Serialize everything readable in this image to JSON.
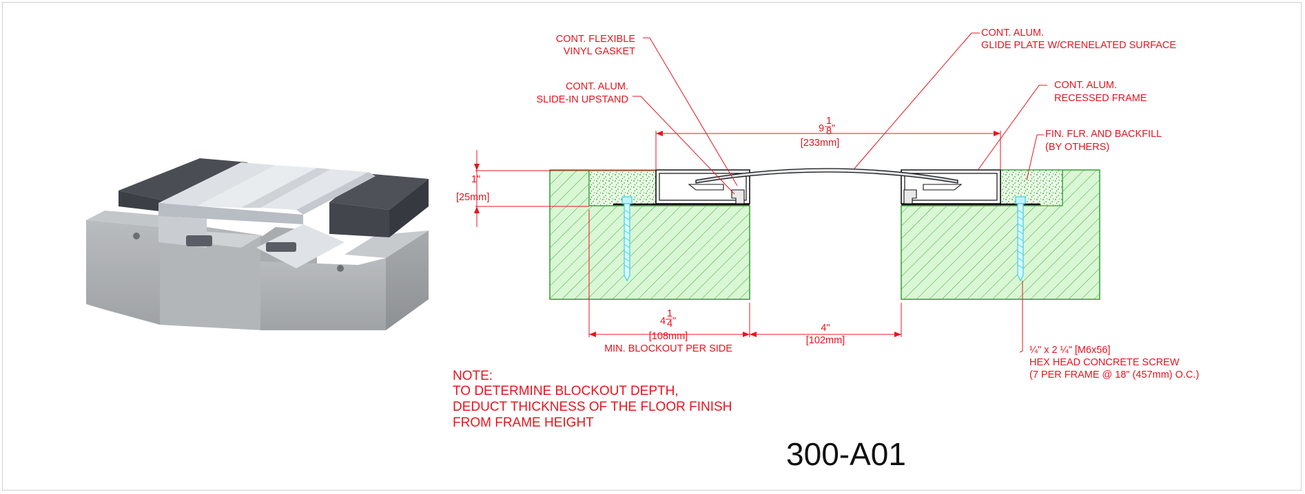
{
  "callouts": {
    "gasket": [
      "CONT. FLEXIBLE",
      "VINYL GASKET"
    ],
    "upstand": [
      "CONT. ALUM.",
      "SLIDE-IN UPSTAND"
    ],
    "glide_plate": [
      "CONT. ALUM.",
      "GLIDE PLATE W/CRENELATED SURFACE"
    ],
    "recessed_frame": [
      "CONT. ALUM.",
      "RECESSED FRAME"
    ],
    "finish_floor": [
      "FIN. FLR. AND BACKFILL",
      "(BY OTHERS)"
    ],
    "screw": [
      "¼\" x 2 ¼\" [M6x56]",
      "HEX HEAD CONCRETE SCREW",
      "(7 PER FRAME @ 18\" (457mm)  O.C.)"
    ]
  },
  "dimensions": {
    "overall_whole": "9",
    "overall_num": "1",
    "overall_den": "8",
    "overall_inch": "\"",
    "overall_mm": "[233mm]",
    "height_in": "1\"",
    "height_mm": "[25mm]",
    "blockout_whole": "4",
    "blockout_num": "1",
    "blockout_den": "4",
    "blockout_inch": "\"",
    "blockout_mm": "[108mm]",
    "blockout_label": "MIN. BLOCKOUT PER SIDE",
    "gap_in": "4\"",
    "gap_mm": "[102mm]"
  },
  "note": [
    "NOTE:",
    "TO DETERMINE BLOCKOUT DEPTH,",
    "DEDUCT THICKNESS OF THE FLOOR FINISH",
    "FROM FRAME HEIGHT"
  ],
  "drawing_code": "300-A01",
  "colors": {
    "annotation_red": "#e8141e",
    "concrete_green": "#2ea12e",
    "concrete_fill": "#d7f7d2",
    "screw_cyan": "#3fd0e8",
    "aluminum": "#d9dde3"
  }
}
